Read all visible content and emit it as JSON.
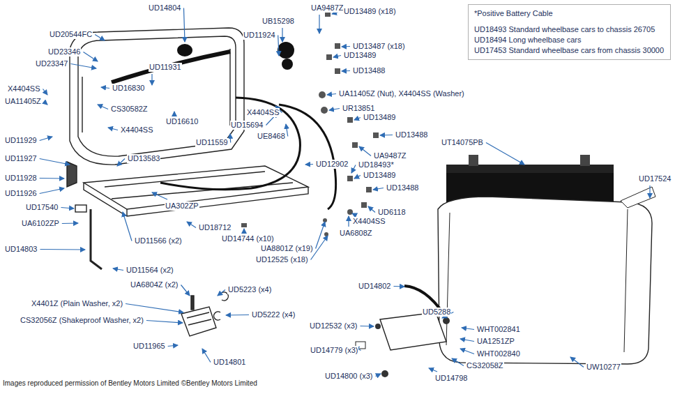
{
  "diagram": {
    "caption": "Images reproduced permission of Bentley Motors Limited ©Bentley Motors Limited",
    "nodes": [
      {
        "text": [
          "*Positive Battery Cable",
          "UD18493 Standard wheelbase cars to chassis 26705",
          "UD18494 Long wheelbase cars",
          "UD17453 Standard wheelbase cars from chassis 30000"
        ]
      }
    ],
    "labels": [
      "UD14804",
      "UD20544FC",
      "UD23346",
      "UD23347",
      "UD16830",
      "X4404SS",
      "UA11405Z",
      "UD11931",
      "CS30582Z",
      "UD16610",
      "X4404SS",
      "UD11929",
      "UD11559",
      "UD13583",
      "UD11927",
      "UD11928",
      "UD11926",
      "UD17540",
      "UA6102ZP",
      "UA302ZP",
      "UD18712",
      "UD11566 (x2)",
      "UD14803",
      "UD11564 (x2)",
      "UA6804Z (x2)",
      "X4401Z (Plain Washer, x2)",
      "CS32056Z (Shakeproof Washer, x2)",
      "UD11965",
      "UD14801",
      "UD5223 (x4)",
      "UD5222 (x4)",
      "UB15298",
      "UA9487Z",
      "UD11924",
      "UD13489 (x18)",
      "UD13487 (x18)",
      "UD13489",
      "UD13488",
      "UA11405Z (Nut), X4404SS (Washer)",
      "UR13851",
      "UD13489",
      "X4404SS",
      "UD15694",
      "UE8468",
      "UD13488",
      "UA9487Z",
      "UD12902",
      "UD18493*",
      "UD13489",
      "UD13488",
      "UD6118",
      "X4404SS",
      "UA6808Z",
      "UD14744 (x10)",
      "UA8801Z (x19)",
      "UD12525 (x18)",
      "UT14075PB",
      "UD17524",
      "UD14802",
      "UD5288",
      "WHT002841",
      "UA1251ZP",
      "WHT002840",
      "CS32058Z",
      "UD12532 (x3)",
      "UD14779 (x3)",
      "UD14800 (x3)",
      "UD14798",
      "UW10277"
    ]
  }
}
